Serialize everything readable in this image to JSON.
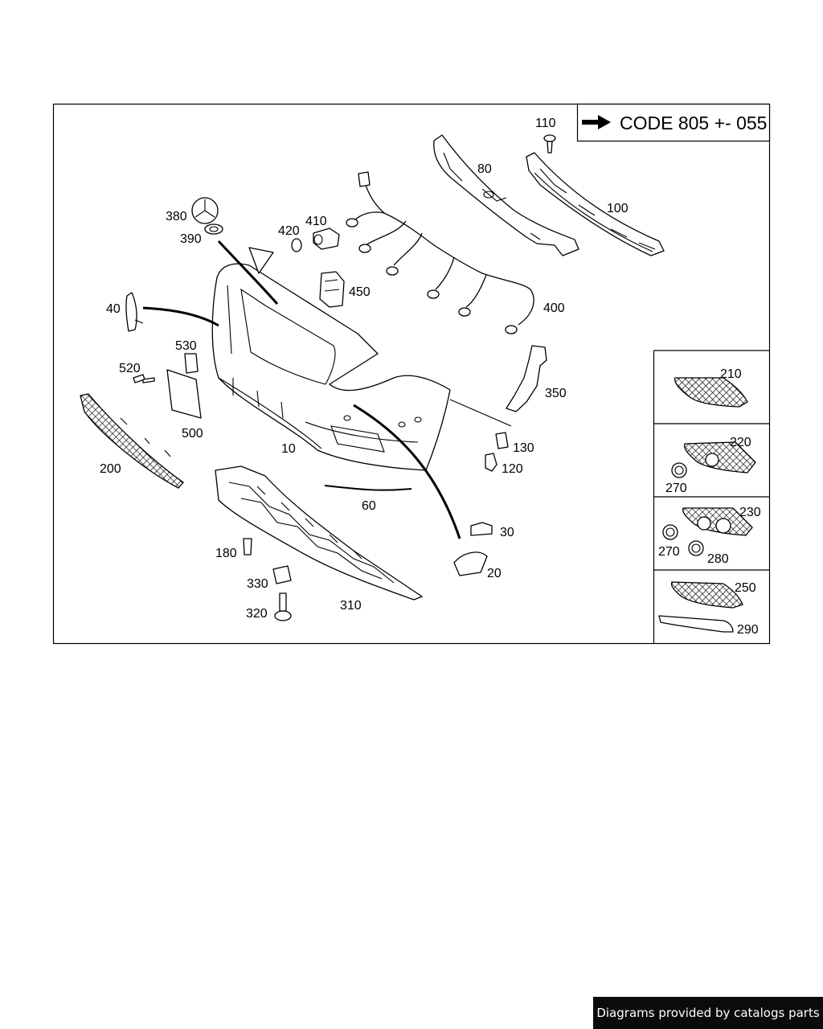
{
  "code_box": {
    "text": "CODE 805 +- 055"
  },
  "labels": {
    "l10": "10",
    "l20": "20",
    "l30": "30",
    "l40": "40",
    "l60": "60",
    "l80": "80",
    "l100": "100",
    "l110": "110",
    "l120": "120",
    "l130": "130",
    "l180": "180",
    "l200": "200",
    "l210": "210",
    "l220": "220",
    "l230": "230",
    "l250": "250",
    "l270a": "270",
    "l270b": "270",
    "l280": "280",
    "l290": "290",
    "l310": "310",
    "l320": "320",
    "l330": "330",
    "l350": "350",
    "l380": "380",
    "l390": "390",
    "l400": "400",
    "l410": "410",
    "l420": "420",
    "l450": "450",
    "l500": "500",
    "l520": "520",
    "l530": "530"
  },
  "footer": {
    "text": "Diagrams provided by catalogs parts"
  }
}
